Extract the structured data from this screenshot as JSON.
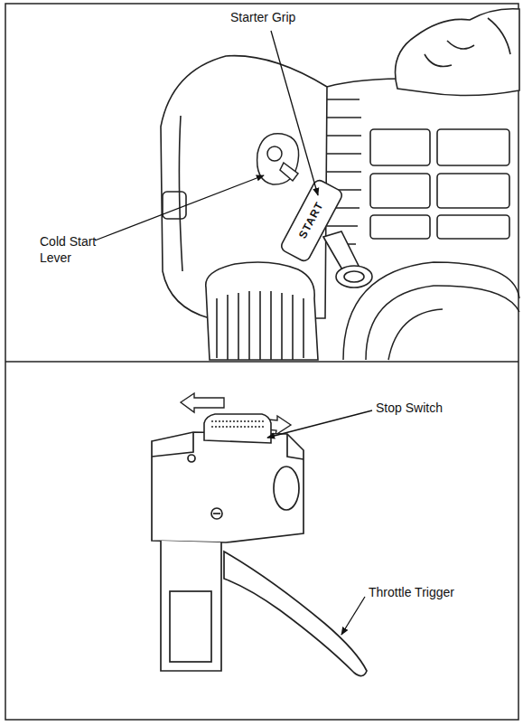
{
  "diagram": {
    "labels": [
      "Starter Grip",
      "START",
      "Cold Start Lever",
      "Stop Switch",
      "Throttle Trigger"
    ]
  }
}
